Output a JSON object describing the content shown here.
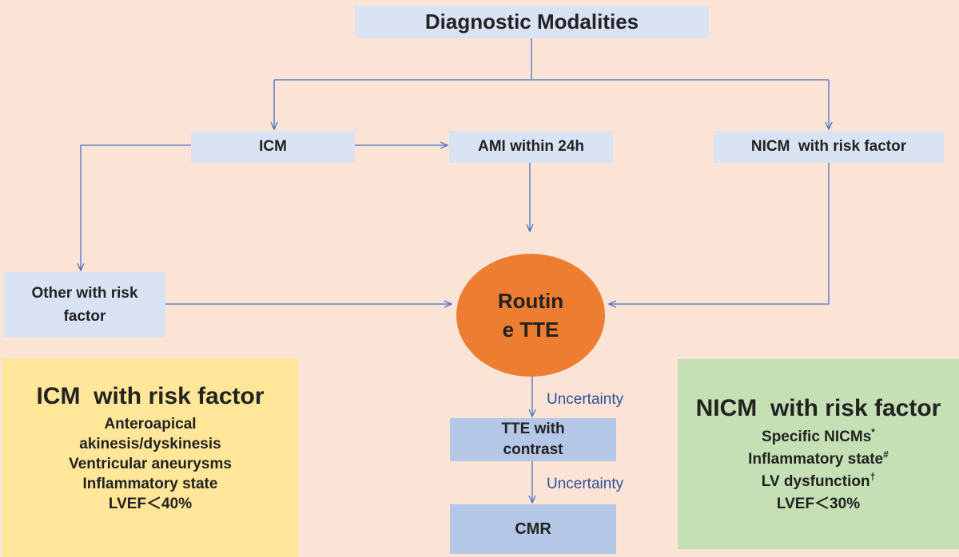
{
  "title": "Diagnostic Modalities",
  "nodes": {
    "icm": "ICM",
    "ami": "AMI within 24h",
    "nicm": "NICM  with risk factor",
    "other": "Other with risk factor",
    "routine_line1": "Routin",
    "routine_line2": "e TTE",
    "tte_contrast_line1": "TTE with",
    "tte_contrast_line2": "contrast",
    "cmr": "CMR"
  },
  "labels": {
    "uncertainty_1": "Uncertainty",
    "uncertainty_2": "Uncertainty"
  },
  "icm_risk": {
    "title": "ICM  with risk factor",
    "items": [
      "Anteroapical",
      "akinesis/dyskinesis",
      "Ventricular aneurysms",
      "Inflammatory state",
      "LVEF＜40%"
    ]
  },
  "nicm_risk": {
    "title": "NICM  with risk factor",
    "items": [
      {
        "text": "Specific NICMs",
        "mark": "*"
      },
      {
        "text": "Inflammatory state",
        "mark": "#"
      },
      {
        "text": "LV dysfunction",
        "mark": "†"
      },
      {
        "text": "LVEF＜30%",
        "mark": ""
      }
    ]
  },
  "colors": {
    "background": "#fbe4d6",
    "light_box": "#dae3f4",
    "dark_box": "#b4c7e7",
    "circle": "#ed7d31",
    "icm_panel": "#ffe699",
    "nicm_panel": "#c5e0b4",
    "arrow": "#4472c4",
    "label": "#2f4f9a"
  }
}
